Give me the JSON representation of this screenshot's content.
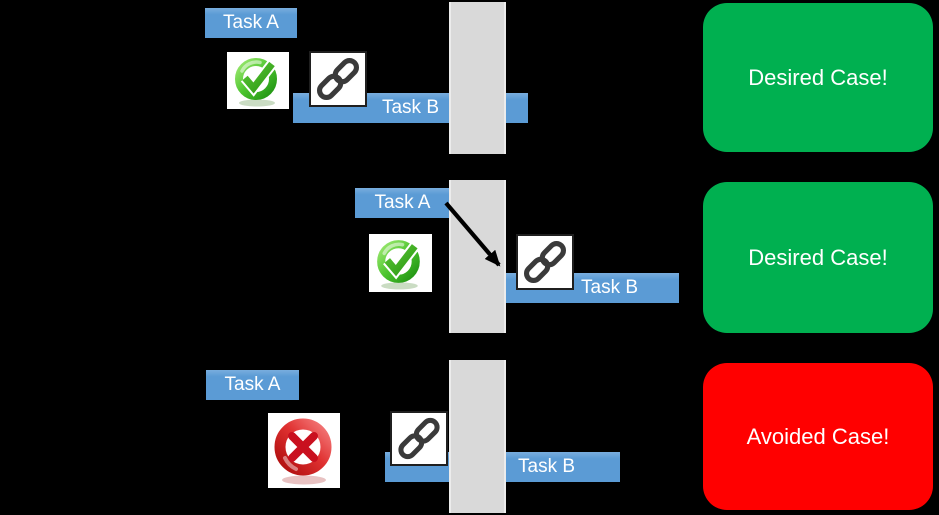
{
  "colors": {
    "background": "#000000",
    "task_bar_blue": "#5B9BD5",
    "timeline_gray": "#D9D9D9",
    "desired_green": "#00B050",
    "avoided_red": "#FF0000",
    "label_text": "#FFFFFF"
  },
  "icons": {
    "check": "check-icon",
    "cross": "cross-icon",
    "link": "link-icon"
  },
  "rows": [
    {
      "task_a": "Task A",
      "task_b": "Task B",
      "status": "check",
      "case": {
        "label": "Desired Case!",
        "color": "#00B050"
      }
    },
    {
      "task_a": "Task A",
      "task_b": "Task B",
      "status": "check",
      "case": {
        "label": "Desired Case!",
        "color": "#00B050"
      }
    },
    {
      "task_a": "Task A",
      "task_b": "Task B",
      "status": "cross",
      "case": {
        "label": "Avoided Case!",
        "color": "#FF0000"
      }
    }
  ]
}
